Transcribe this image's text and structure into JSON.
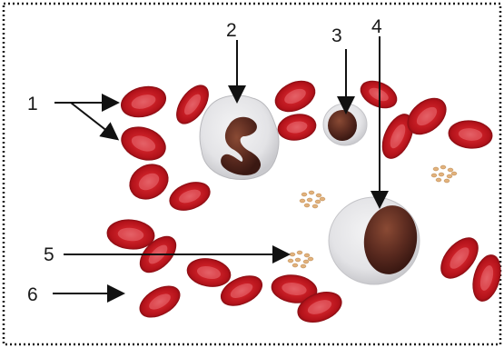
{
  "diagram": {
    "labels": [
      {
        "id": "1",
        "text": "1"
      },
      {
        "id": "2",
        "text": "2"
      },
      {
        "id": "3",
        "text": "3"
      },
      {
        "id": "4",
        "text": "4"
      },
      {
        "id": "5",
        "text": "5"
      },
      {
        "id": "6",
        "text": "6"
      }
    ],
    "colors": {
      "border": "#1a1a1a",
      "rbc_fill": "#c8161d",
      "rbc_rim": "#7a0d12",
      "rbc_center": "#e8656a",
      "wbc_cytoplasm": "#e6e6e8",
      "wbc_nucleus": "#5a2a1f",
      "platelet": "#e6b986",
      "arrow": "#111111"
    }
  }
}
